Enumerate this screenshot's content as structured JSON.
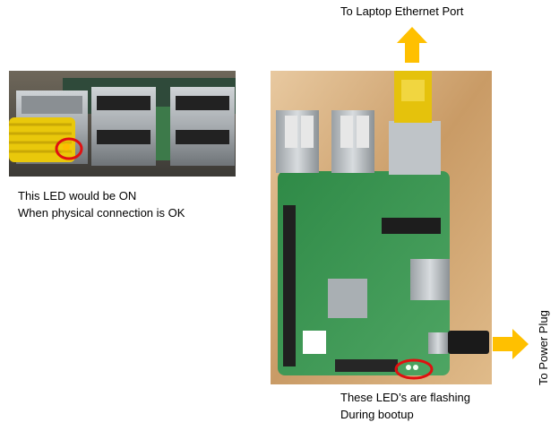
{
  "labels": {
    "to_laptop": "To Laptop Ethernet Port",
    "led_note_line1": "This LED would be ON",
    "led_note_line2": "When physical connection is OK",
    "flash_line1": "These LED’s are flashing",
    "flash_line2": "During bootup",
    "to_power": "To Power Plug"
  },
  "colors": {
    "arrow": "#ffc000",
    "highlight_ring": "#e01010"
  },
  "icons": {
    "up_arrow": "up-arrow-icon",
    "right_arrow": "right-arrow-icon"
  }
}
